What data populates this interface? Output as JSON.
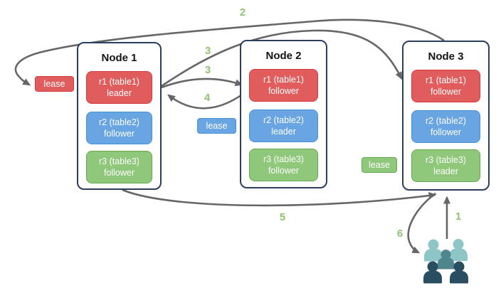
{
  "colors": {
    "node_border": "#2b3e5f",
    "red_fill": "#e15d5d",
    "red_border": "#d63a3a",
    "blue_fill": "#68a5e2",
    "blue_border": "#4a90d5",
    "green_fill": "#8fc87a",
    "green_border": "#67a953",
    "arrow": "#666666",
    "step_label": "#90c470",
    "users_light": "#8ec5c7",
    "users_mid": "#4f868e",
    "users_dark": "#2a4e61"
  },
  "nodes": [
    {
      "title": "Node 1",
      "replicas": [
        {
          "line1": "r1 (table1)",
          "line2": "leader",
          "color": "red"
        },
        {
          "line1": "r2 (table2)",
          "line2": "follower",
          "color": "blue"
        },
        {
          "line1": "r3 (table3)",
          "line2": "follower",
          "color": "green"
        }
      ]
    },
    {
      "title": "Node 2",
      "replicas": [
        {
          "line1": "r1 (table1)",
          "line2": "follower",
          "color": "red"
        },
        {
          "line1": "r2 (table2)",
          "line2": "leader",
          "color": "blue"
        },
        {
          "line1": "r3 (table3)",
          "line2": "follower",
          "color": "green"
        }
      ]
    },
    {
      "title": "Node 3",
      "replicas": [
        {
          "line1": "r1 (table1)",
          "line2": "follower",
          "color": "red"
        },
        {
          "line1": "r2 (table2)",
          "line2": "follower",
          "color": "blue"
        },
        {
          "line1": "r3 (table3)",
          "line2": "leader",
          "color": "green"
        }
      ]
    }
  ],
  "leases": [
    {
      "label": "lease",
      "color": "red"
    },
    {
      "label": "lease",
      "color": "blue"
    },
    {
      "label": "lease",
      "color": "green"
    }
  ],
  "steps": [
    {
      "label": "1"
    },
    {
      "label": "2"
    },
    {
      "label": "3"
    },
    {
      "label": "3"
    },
    {
      "label": "4"
    },
    {
      "label": "5"
    },
    {
      "label": "6"
    }
  ]
}
